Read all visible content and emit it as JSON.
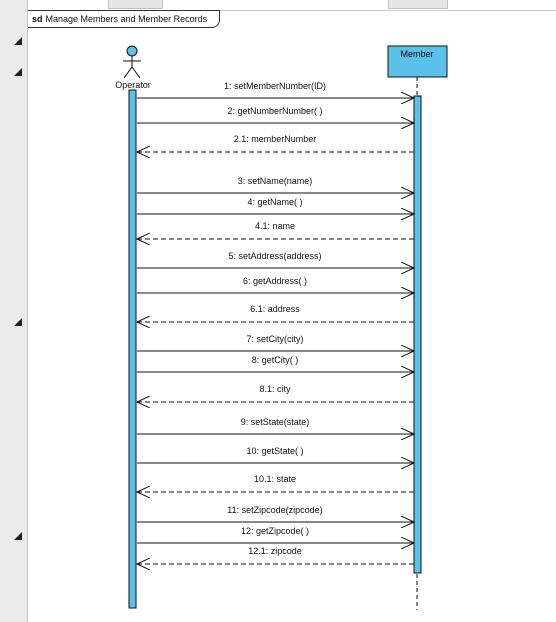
{
  "frame": {
    "keyword": "sd",
    "title": "Manage Members and Member Records"
  },
  "lifelines": {
    "actor": {
      "name": "Operator"
    },
    "object": {
      "name": "Member"
    }
  },
  "colors": {
    "activation": "#5bc0ea",
    "header_box": "#5bc0ea",
    "line": "#111111"
  },
  "messages": [
    {
      "label": "1: setMemberNumber(ID)",
      "kind": "call"
    },
    {
      "label": "2: getNumberNumber( )",
      "kind": "call"
    },
    {
      "label": "2.1: memberNumber",
      "kind": "return"
    },
    {
      "label": "3: setName(name)",
      "kind": "call"
    },
    {
      "label": "4: getName( )",
      "kind": "call"
    },
    {
      "label": "4.1: name",
      "kind": "return"
    },
    {
      "label": "5: setAddress(address)",
      "kind": "call"
    },
    {
      "label": "6: getAddress( )",
      "kind": "call"
    },
    {
      "label": "6.1: address",
      "kind": "return"
    },
    {
      "label": "7: setCity(city)",
      "kind": "call"
    },
    {
      "label": "8: getCity( )",
      "kind": "call"
    },
    {
      "label": "8.1: city",
      "kind": "return"
    },
    {
      "label": "9: setState(state)",
      "kind": "call"
    },
    {
      "label": "10: getState( )",
      "kind": "call"
    },
    {
      "label": "10.1: state",
      "kind": "return"
    },
    {
      "label": "11: setZipcode(zipcode)",
      "kind": "call"
    },
    {
      "label": "12: getZipcode( )",
      "kind": "call"
    },
    {
      "label": "12.1: zipcode",
      "kind": "return"
    }
  ]
}
